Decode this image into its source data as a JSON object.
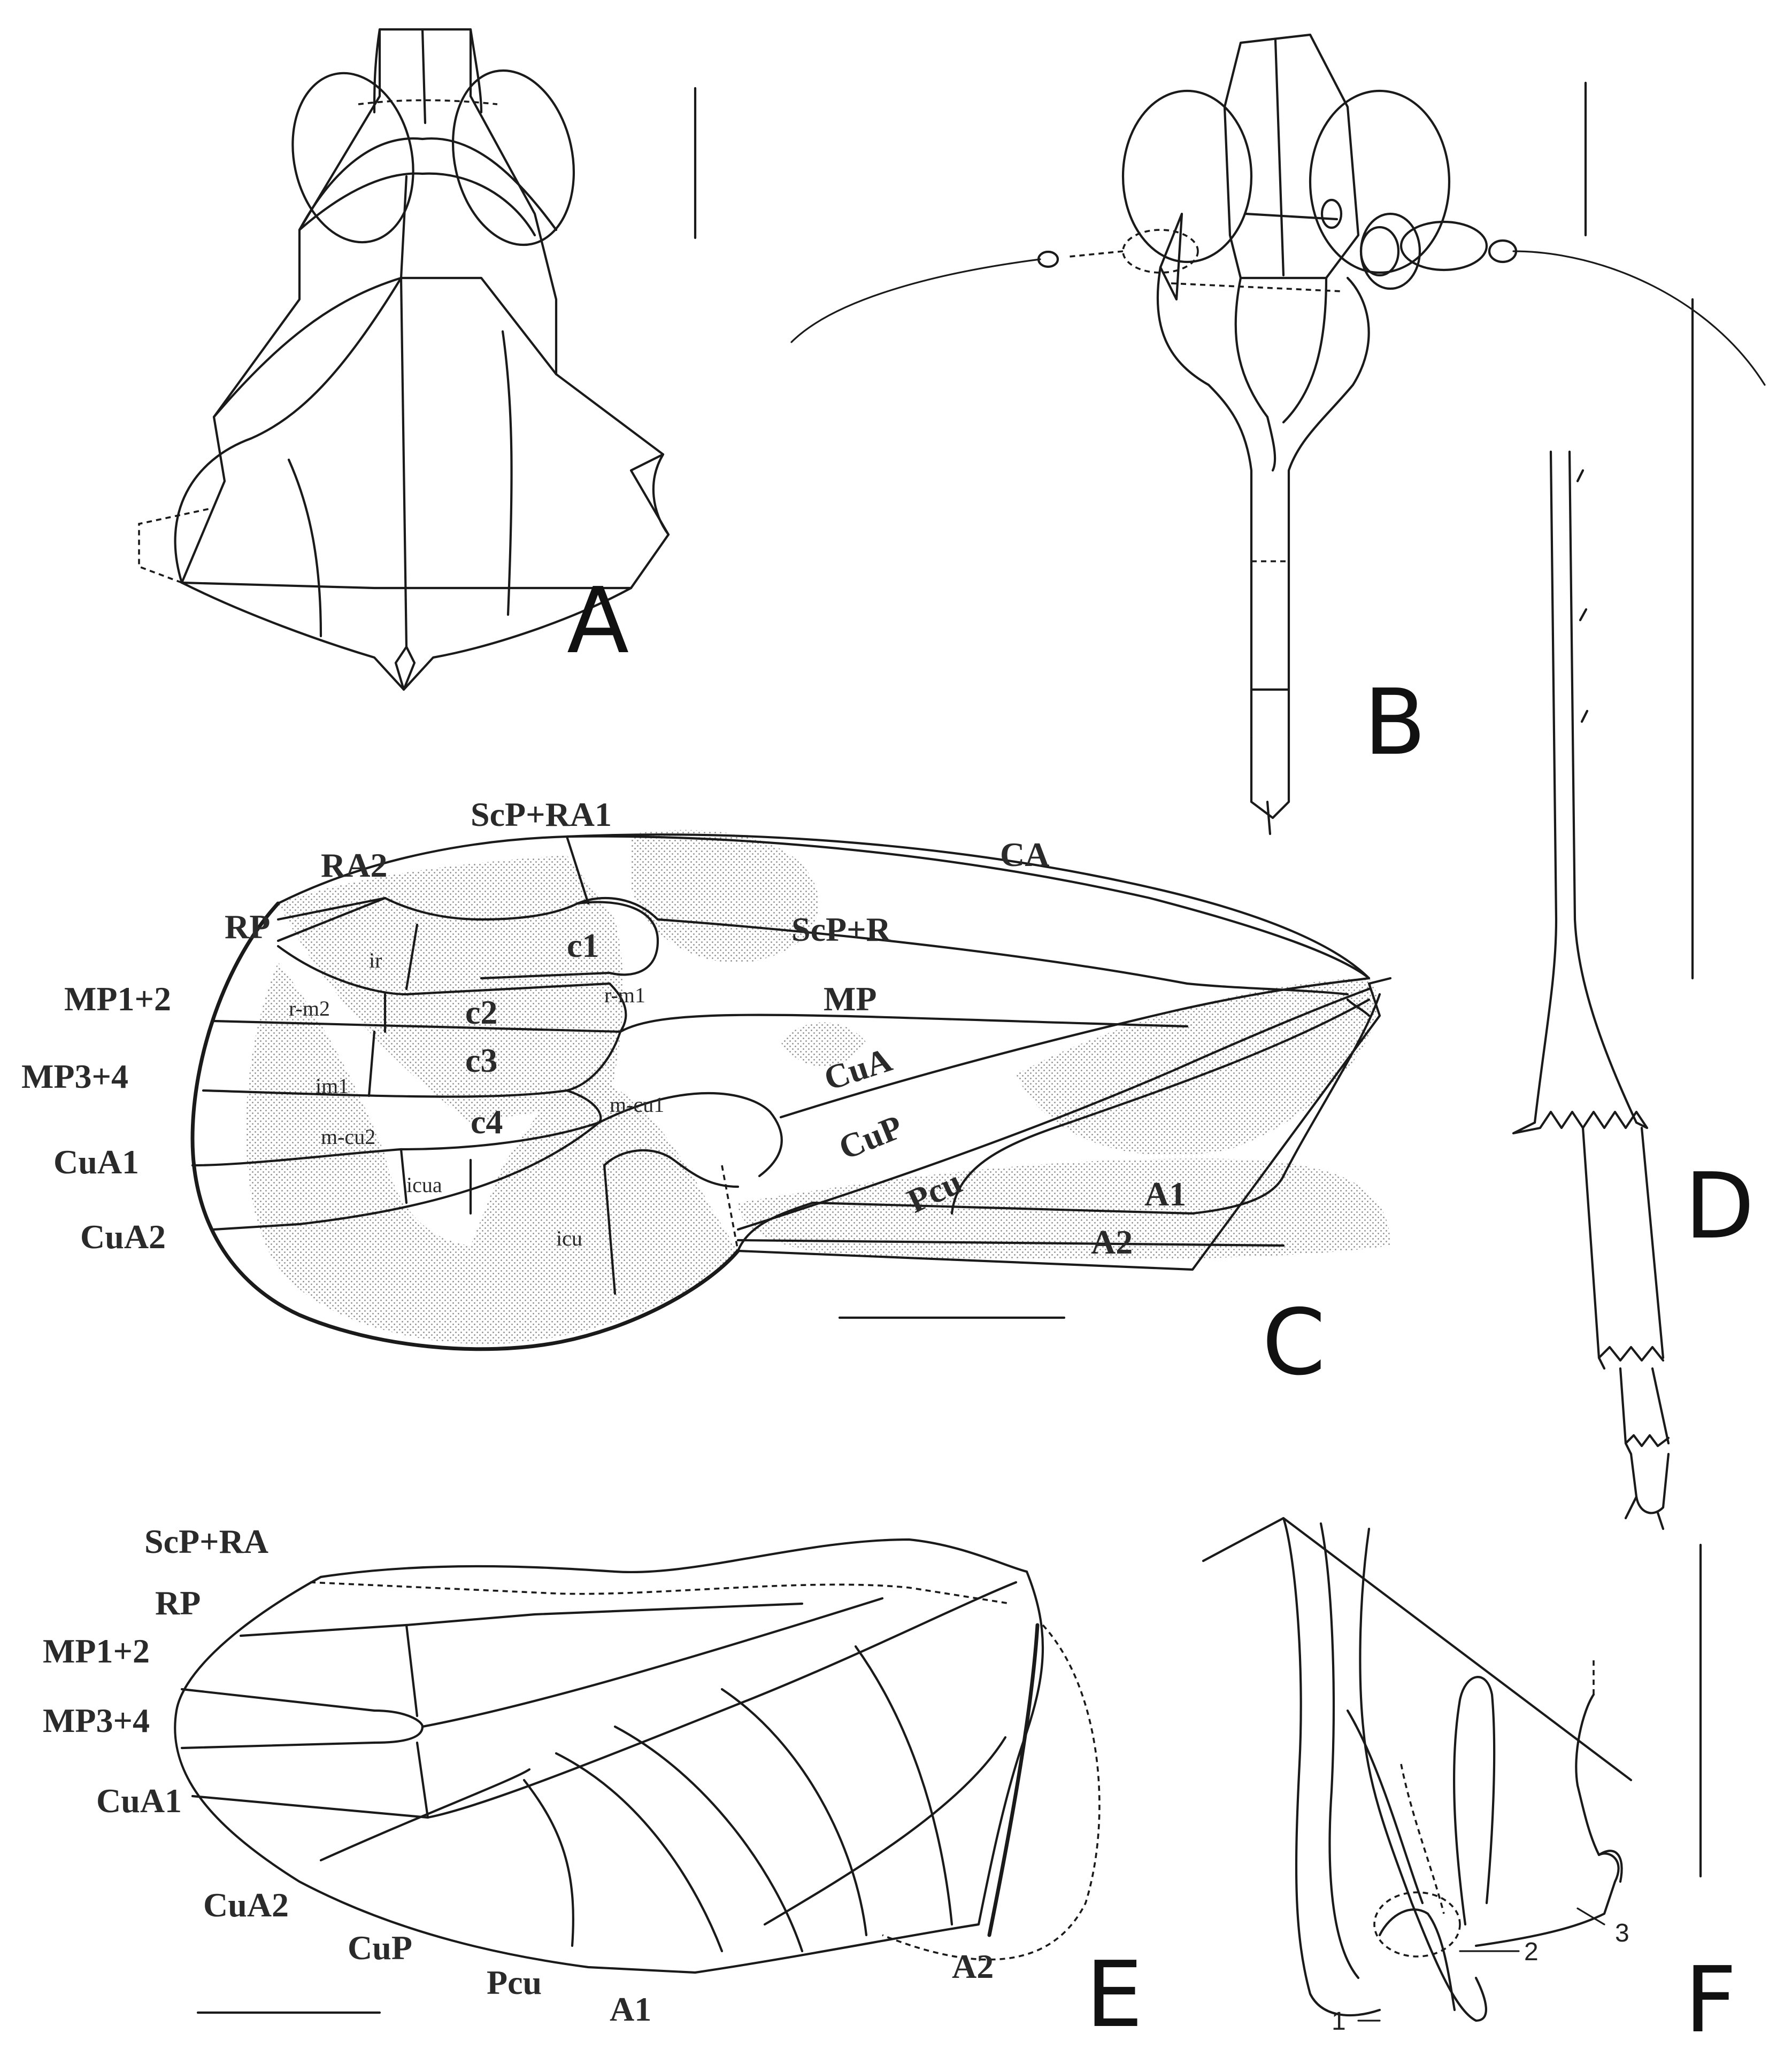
{
  "panels": {
    "A": "A",
    "B": "B",
    "C": "C",
    "D": "D",
    "E": "E",
    "F": "F"
  },
  "forewing_labels": {
    "scp_ra1": "ScP+RA1",
    "ra2": "RA2",
    "rp": "RP",
    "mp12": "MP1+2",
    "mp34": "MP3+4",
    "cua1": "CuA1",
    "cua2": "CuA2",
    "ca": "CA",
    "scp_r": "ScP+R",
    "mp": "MP",
    "cua": "CuA",
    "cup": "CuP",
    "pcu": "Pcu",
    "a1": "A1",
    "a2": "A2",
    "ir": "ir",
    "c1": "c1",
    "rm1": "r-m1",
    "rm2": "r-m2",
    "c2": "c2",
    "c3": "c3",
    "im1": "im1",
    "mcu1": "m-cu1",
    "mcu2": "m-cu2",
    "c4": "c4",
    "icua": "icua",
    "icu": "icu"
  },
  "hindwing_labels": {
    "scp_ra": "ScP+RA",
    "rp": "RP",
    "mp12": "MP1+2",
    "mp34": "MP3+4",
    "cua1": "CuA1",
    "cua2": "CuA2",
    "cup": "CuP",
    "pcu": "Pcu",
    "a1": "A1",
    "a2": "A2"
  },
  "genitalia_labels": {
    "n1": "1",
    "n2": "2",
    "n3": "3"
  },
  "colors": {
    "line": "#1a1a1a",
    "shading": "#bdbdbd"
  }
}
